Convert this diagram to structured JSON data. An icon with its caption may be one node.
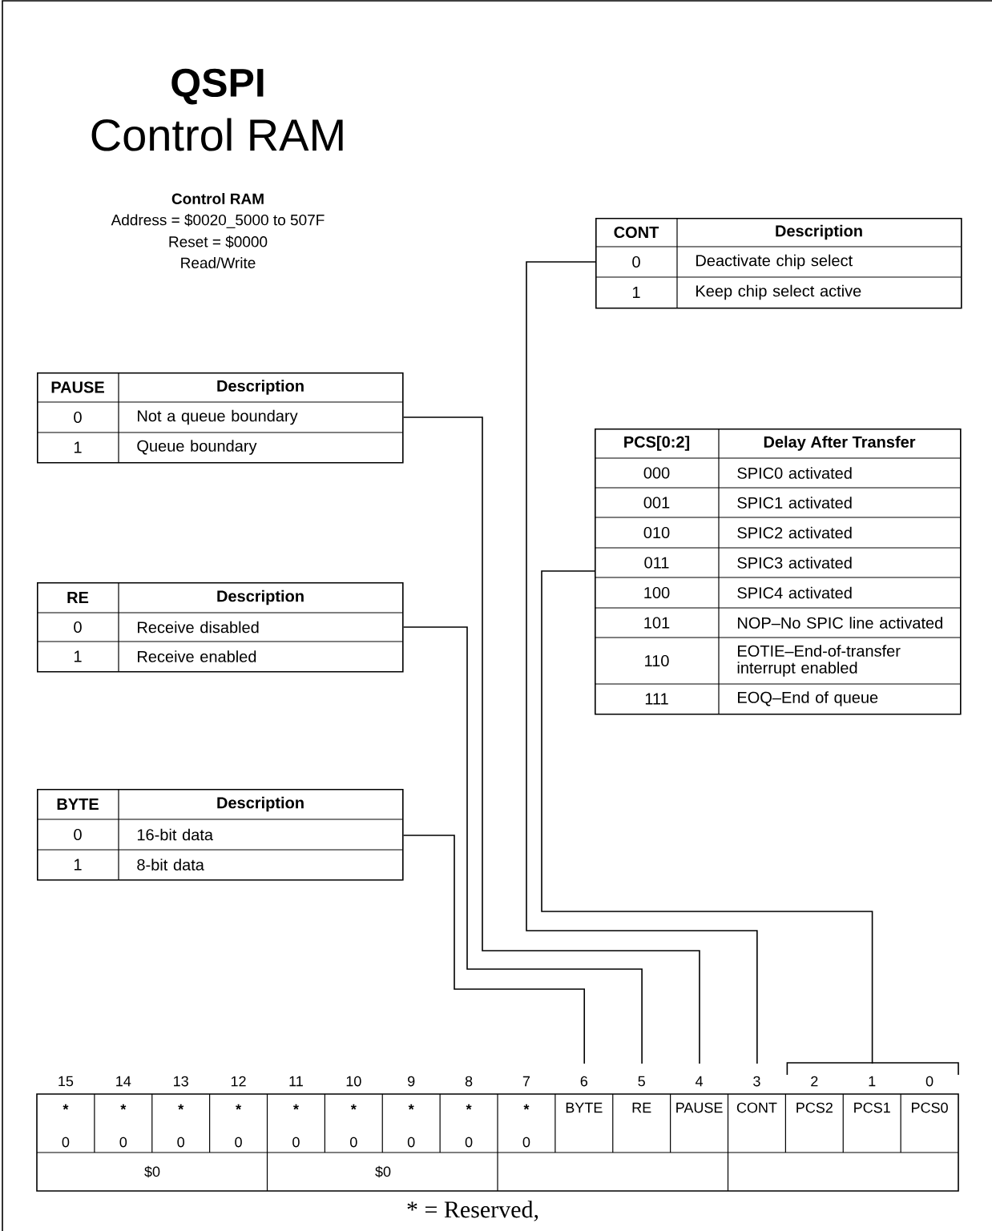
{
  "diagram": {
    "title": "QSPI",
    "nodes": [
      {
        "text": [
          "CONT",
          "Description",
          "0",
          "Deactivate chip select",
          "1",
          "Keep chip select active"
        ]
      },
      {
        "text": [
          "PAUSE",
          "Description",
          "0",
          "Not a queue boundary",
          "1",
          "Queue boundary"
        ]
      },
      {
        "text": [
          "PCS[0:2]",
          "Delay After Transfer",
          "000",
          "SPIC0 activated",
          "001",
          "SPIC1 activated",
          "010",
          "SPIC2 activated",
          "011",
          "SPIC3 activated",
          "100",
          "SPIC4 activated",
          "101",
          "NOP–No SPIC line activated",
          "110",
          "EOTIE–End-of-transfer interrupt enabled",
          "111",
          "EOQ–End of queue"
        ]
      },
      {
        "text": [
          "RE",
          "Description",
          "0",
          "Receive disabled",
          "1",
          "Receive enabled"
        ]
      },
      {
        "text": [
          "BYTE",
          "Description",
          "0",
          "16-bit data",
          "1",
          "8-bit data"
        ]
      },
      {
        "text": [
          "6",
          "BYTE"
        ]
      },
      {
        "text": [
          "5",
          "RE"
        ]
      },
      {
        "text": [
          "4",
          "PAUSE"
        ]
      },
      {
        "text": [
          "3",
          "CONT"
        ]
      },
      {
        "text": [
          "2",
          "PCS2"
        ]
      },
      {
        "text": [
          "1",
          "PCS1"
        ]
      },
      {
        "text": [
          "0",
          "PCS0"
        ]
      }
    ],
    "edges": [
      {
        "from": 0,
        "to": 8,
        "arrow": "none"
      },
      {
        "from": 1,
        "to": 7,
        "arrow": "none"
      },
      {
        "from": 2,
        "to": 10,
        "arrow": "none"
      },
      {
        "from": 3,
        "to": 6,
        "arrow": "none"
      },
      {
        "from": 4,
        "to": 5,
        "arrow": "none"
      }
    ],
    "labels": [
      "Control RAM",
      "Control RAM",
      "Address = $0020_5000 to 507F",
      "Reset = $0000",
      "Read/Write",
      "15",
      "14",
      "13",
      "12",
      "11",
      "10",
      "9",
      "8",
      "7",
      "*",
      "*",
      "*",
      "*",
      "*",
      "*",
      "*",
      "*",
      "*",
      "0",
      "0",
      "0",
      "0",
      "0",
      "0",
      "0",
      "0",
      "0",
      "$0",
      "$0",
      "* = Reserved,"
    ]
  }
}
